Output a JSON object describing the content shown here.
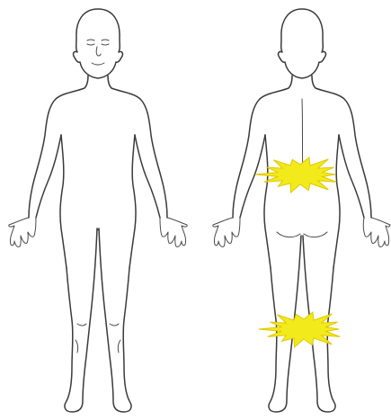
{
  "figure": {
    "views": [
      "front",
      "back"
    ],
    "highlight_color": "#f2ea1a",
    "highlight_edge_color": "#e0c800",
    "pain_markers": [
      {
        "view": "back",
        "region": "lower-back"
      },
      {
        "view": "back",
        "region": "back-of-knees"
      }
    ]
  }
}
